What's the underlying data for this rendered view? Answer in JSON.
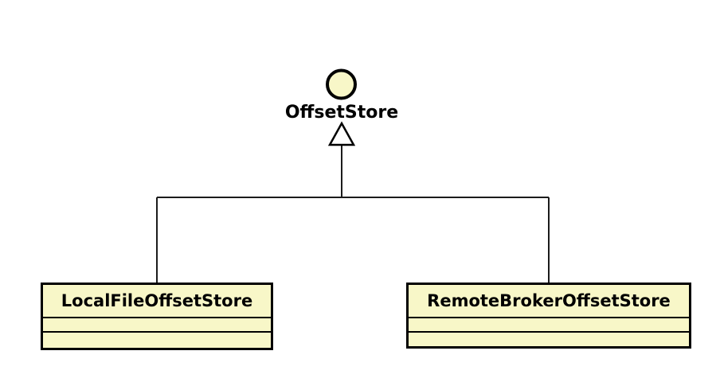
{
  "diagram": {
    "type": "uml-class-diagram",
    "interface": {
      "name": "OffsetStore",
      "notation": "lollipop-circle"
    },
    "classes": [
      {
        "name": "LocalFileOffsetStore",
        "attributes": [],
        "methods": []
      },
      {
        "name": "RemoteBrokerOffsetStore",
        "attributes": [],
        "methods": []
      }
    ],
    "relationships": [
      {
        "from": "LocalFileOffsetStore",
        "to": "OffsetStore",
        "type": "realization",
        "arrow": "hollow-triangle"
      },
      {
        "from": "RemoteBrokerOffsetStore",
        "to": "OffsetStore",
        "type": "realization",
        "arrow": "hollow-triangle"
      }
    ],
    "colors": {
      "node_fill": "#F8F7C8",
      "node_border": "#000000",
      "connector": "#1C1C1C",
      "arrow_fill": "#FFFFFF",
      "background": "#FFFFFF",
      "text": "#000000"
    }
  }
}
